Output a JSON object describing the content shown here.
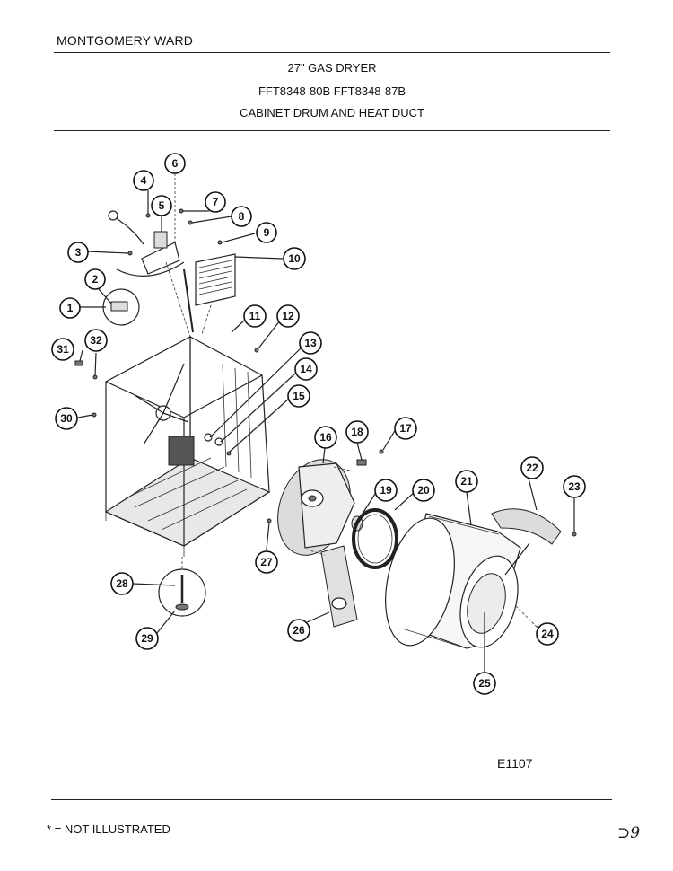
{
  "header": {
    "brand": "MONTGOMERY WARD",
    "title": "27\" GAS DRYER",
    "models": "FFT8348-80B  FFT8348-87B",
    "section": "CABINET DRUM AND HEAT DUCT"
  },
  "diagram": {
    "code": "E1107",
    "callouts": [
      "1",
      "2",
      "3",
      "4",
      "5",
      "6",
      "7",
      "8",
      "9",
      "10",
      "11",
      "12",
      "13",
      "14",
      "15",
      "16",
      "17",
      "18",
      "19",
      "20",
      "21",
      "22",
      "23",
      "24",
      "25",
      "26",
      "27",
      "28",
      "29",
      "30",
      "31",
      "32"
    ]
  },
  "footer": {
    "note": "* = NOT ILLUSTRATED",
    "page_mark": "⊃9"
  }
}
